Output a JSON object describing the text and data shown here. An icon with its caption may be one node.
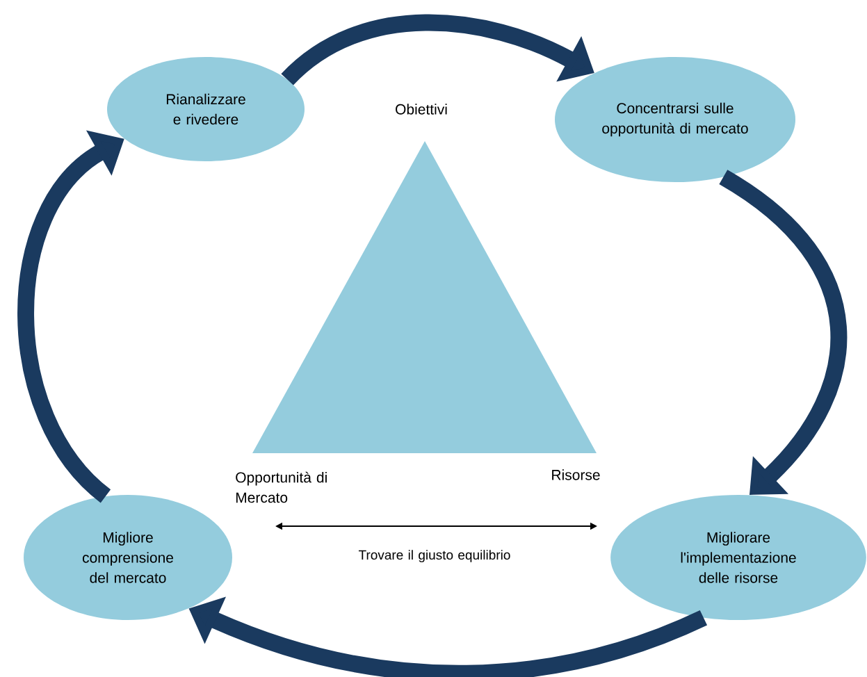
{
  "diagram": {
    "nodes": [
      {
        "text": [
          "Rianalizzare e rivedere"
        ]
      },
      {
        "text": [
          "Concentrarsi sulle opportunità di mercato"
        ]
      },
      {
        "text": [
          "Migliorare l'implementazione delle risorse"
        ]
      },
      {
        "text": [
          "Migliore comprensione del mercato"
        ]
      },
      {
        "text": [],
        "shape": "triangle"
      }
    ],
    "edges": [
      {
        "from": 0,
        "to": 1,
        "arrow": "to"
      },
      {
        "from": 1,
        "to": 2,
        "arrow": "to"
      },
      {
        "from": 2,
        "to": 3,
        "arrow": "to"
      },
      {
        "from": 3,
        "to": 0,
        "arrow": "to"
      }
    ],
    "labels": [
      "Obiettivi",
      "Opportunità di Mercato",
      "Risorse",
      "Trovare il giusto equilibrio"
    ]
  }
}
